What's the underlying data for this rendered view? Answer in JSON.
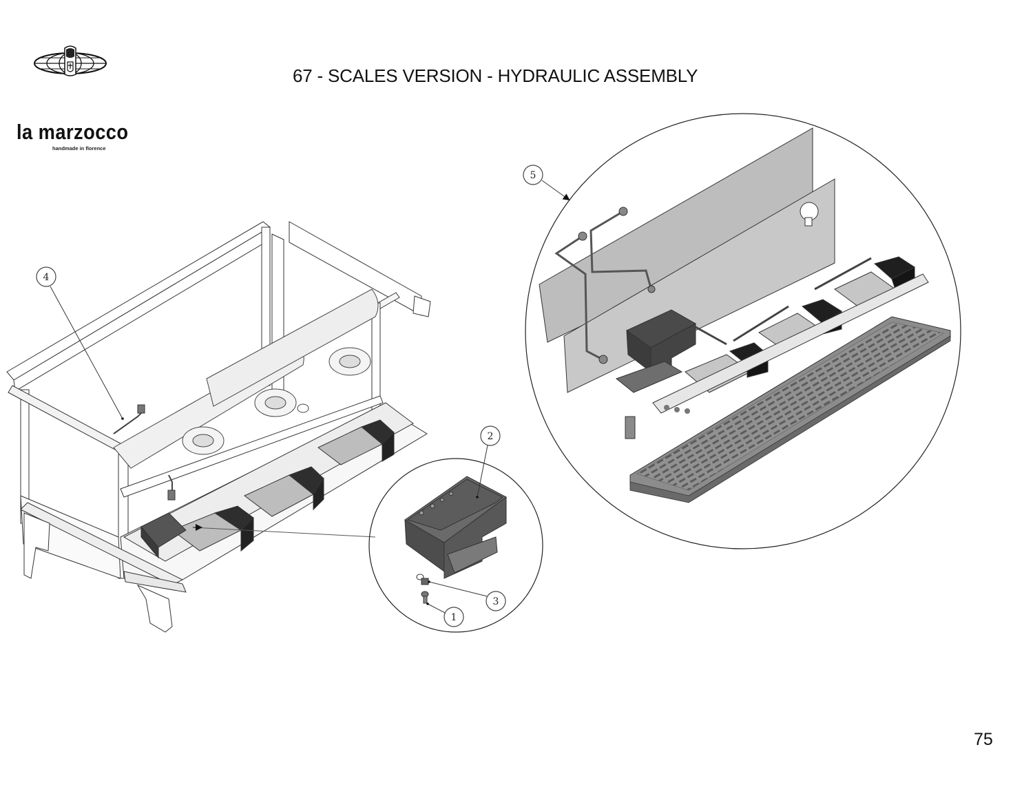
{
  "header": {
    "brand_name": "la marzocco",
    "brand_tagline": "handmade in florence",
    "title": "67 - SCALES VERSION - HYDRAULIC ASSEMBLY"
  },
  "footer": {
    "page_number": "75"
  },
  "callouts": [
    {
      "label": "1"
    },
    {
      "label": "2"
    },
    {
      "label": "3"
    },
    {
      "label": "4"
    },
    {
      "label": "5"
    }
  ],
  "colors": {
    "line": "#333333",
    "panel_gray": "#b8b8b8",
    "panel_dark": "#555555",
    "block_black": "#2a2a2a",
    "tray_gray": "#8a8a8a"
  }
}
